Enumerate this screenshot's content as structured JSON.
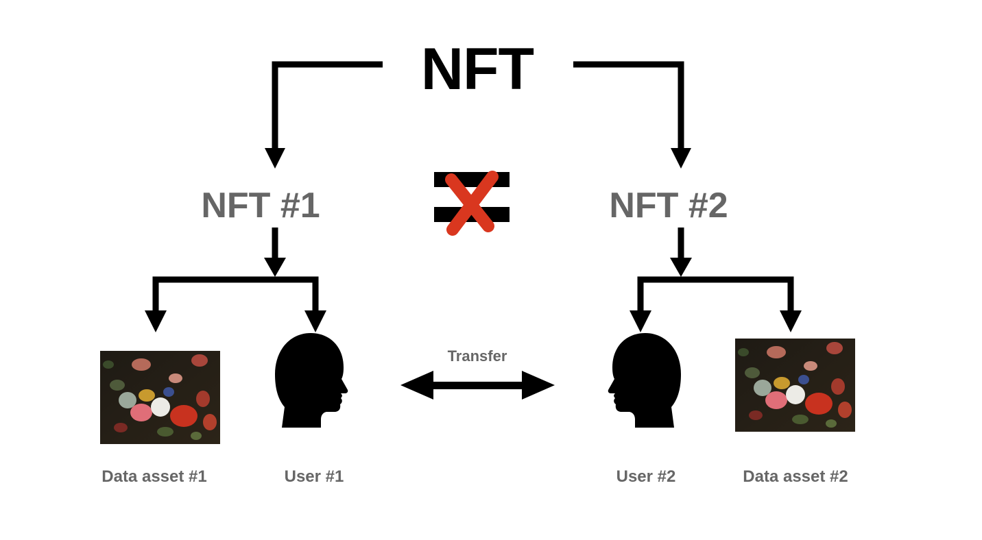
{
  "title": "NFT",
  "branches": [
    {
      "nft_label": "NFT #1",
      "asset_label": "Data asset #1",
      "user_label": "User #1"
    },
    {
      "nft_label": "NFT #2",
      "user_label": "User #2",
      "asset_label": "Data asset #2"
    }
  ],
  "transfer_label": "Transfer",
  "icons": {
    "not_equal": "not-equal-icon",
    "user": "person-head-icon",
    "asset": "flower-painting-icon",
    "transfer": "double-arrow-icon"
  },
  "colors": {
    "primary_text": "#000000",
    "secondary_text": "#666666",
    "cross": "#d9371f",
    "arrows": "#000000"
  }
}
